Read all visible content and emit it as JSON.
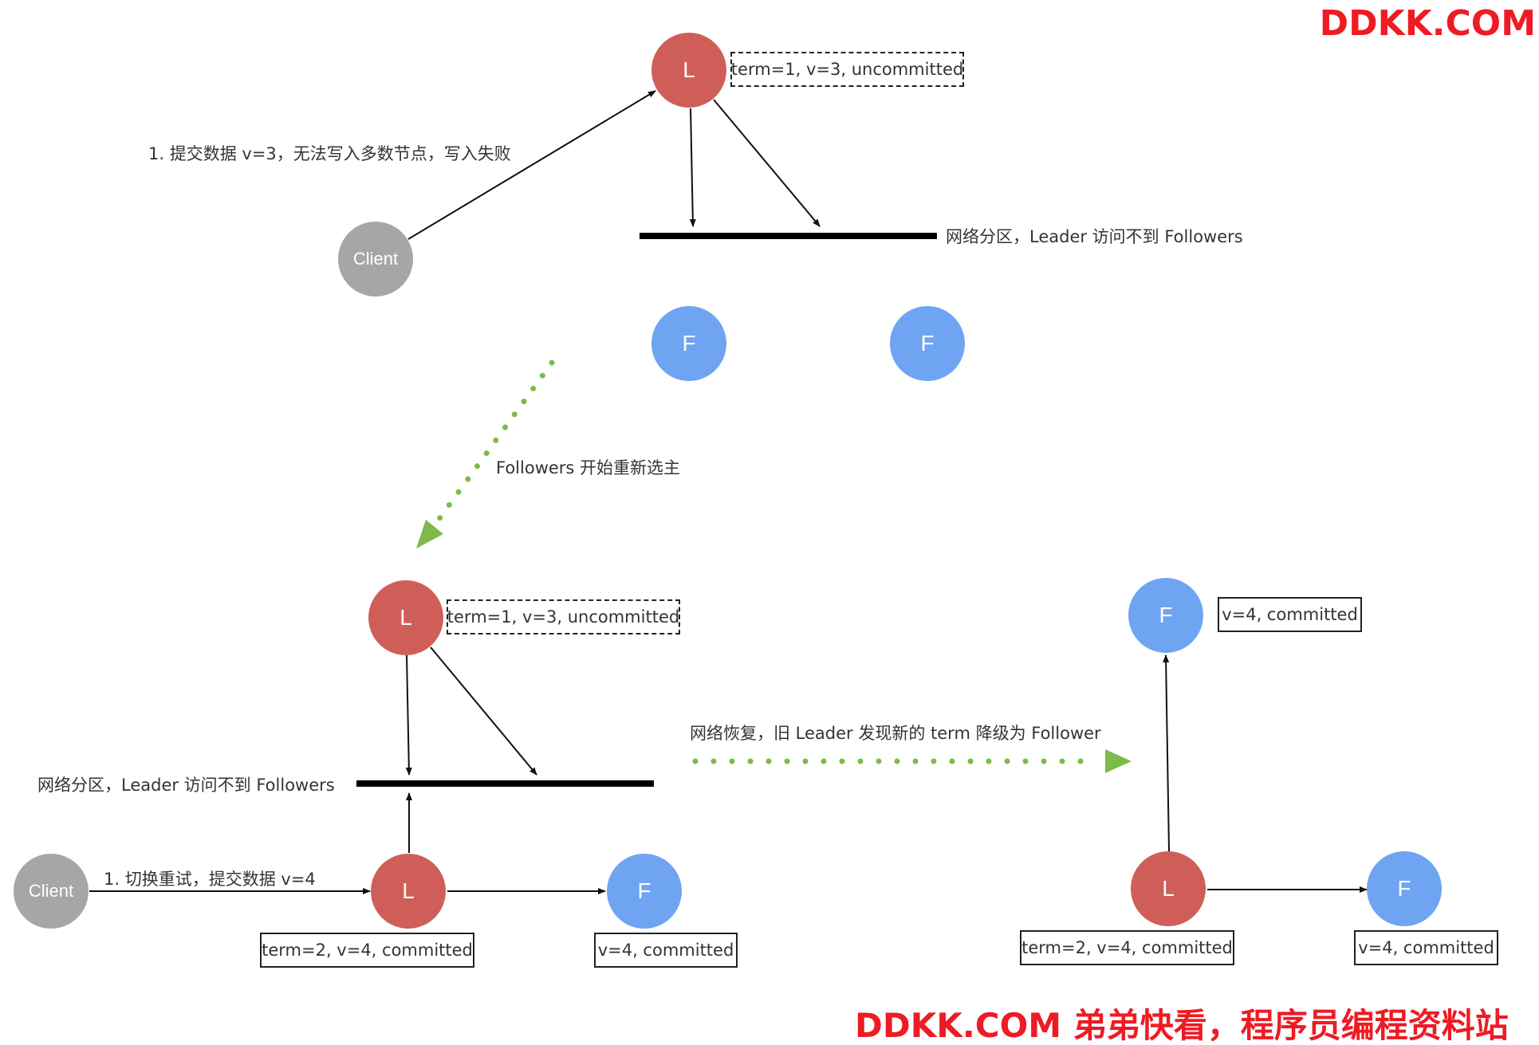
{
  "watermark": {
    "top": "DDKK.COM",
    "bottom": "DDKK.COM 弟弟快看，程序员编程资料站",
    "color": "#ee1b24"
  },
  "colors": {
    "leader": "#d05e58",
    "follower": "#6fa4f2",
    "client": "#a6a6a6",
    "transition_arrow": "#7cbb4a"
  },
  "scene1": {
    "leader": {
      "label": "L",
      "state": "term=1, v=3, uncommitted"
    },
    "client": {
      "label": "Client"
    },
    "followers": [
      {
        "label": "F"
      },
      {
        "label": "F"
      }
    ],
    "client_action": "1. 提交数据 v=3，无法写入多数节点，写入失败",
    "partition_label": "网络分区，Leader 访问不到 Followers"
  },
  "transition1": {
    "label": "Followers 开始重新选主"
  },
  "scene2": {
    "old_leader": {
      "label": "L",
      "state": "term=1, v=3, uncommitted"
    },
    "partition_label": "网络分区，Leader 访问不到 Followers",
    "client": {
      "label": "Client"
    },
    "client_action": "1. 切换重试，提交数据 v=4",
    "new_leader": {
      "label": "L",
      "state": "term=2, v=4, committed"
    },
    "follower": {
      "label": "F",
      "state": "v=4, committed"
    }
  },
  "transition2": {
    "label": "网络恢复，旧 Leader 发现新的 term 降级为 Follower"
  },
  "scene3": {
    "demoted_follower": {
      "label": "F",
      "state": "v=4, committed"
    },
    "leader": {
      "label": "L",
      "state": "term=2, v=4, committed"
    },
    "follower": {
      "label": "F",
      "state": "v=4, committed"
    }
  }
}
